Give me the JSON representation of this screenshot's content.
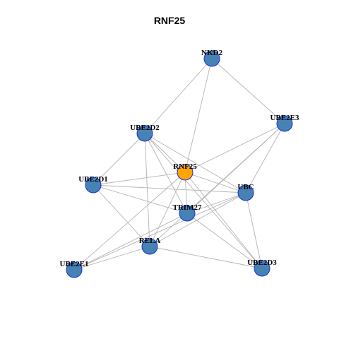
{
  "graph": {
    "title": "RNF25",
    "colors": {
      "default_node": "#4682b4",
      "focus_node": "#ffa500",
      "node_border": "#1a2fd6",
      "edge": "#b3b3b3"
    },
    "nodes": [
      {
        "id": "NKD2",
        "label": "NKD2",
        "focus": false
      },
      {
        "id": "UBE2E3",
        "label": "UBE2E3",
        "focus": false
      },
      {
        "id": "UBE2D2",
        "label": "UBE2D2",
        "focus": false
      },
      {
        "id": "RNF25",
        "label": "RNF25",
        "focus": true
      },
      {
        "id": "UBE2D1",
        "label": "UBE2D1",
        "focus": false
      },
      {
        "id": "UBC",
        "label": "UBC",
        "focus": false
      },
      {
        "id": "TRIM27",
        "label": "TRIM27",
        "focus": false
      },
      {
        "id": "RELA",
        "label": "RELA",
        "focus": false
      },
      {
        "id": "UBE2E1",
        "label": "UBE2E1",
        "focus": false
      },
      {
        "id": "UBE2D3",
        "label": "UBE2D3",
        "focus": false
      }
    ],
    "edges": [
      [
        "NKD2",
        "UBE2D2"
      ],
      [
        "NKD2",
        "RNF25"
      ],
      [
        "NKD2",
        "UBE2E3"
      ],
      [
        "UBE2E3",
        "RNF25"
      ],
      [
        "UBE2E3",
        "UBC"
      ],
      [
        "UBE2E3",
        "TRIM27"
      ],
      [
        "UBE2E3",
        "RELA"
      ],
      [
        "UBE2D2",
        "RNF25"
      ],
      [
        "UBE2D2",
        "UBE2D1"
      ],
      [
        "UBE2D2",
        "UBC"
      ],
      [
        "UBE2D2",
        "TRIM27"
      ],
      [
        "UBE2D2",
        "RELA"
      ],
      [
        "UBE2D2",
        "UBE2D3"
      ],
      [
        "RNF25",
        "UBE2D1"
      ],
      [
        "RNF25",
        "UBC"
      ],
      [
        "RNF25",
        "TRIM27"
      ],
      [
        "RNF25",
        "RELA"
      ],
      [
        "RNF25",
        "UBE2E1"
      ],
      [
        "RNF25",
        "UBE2D3"
      ],
      [
        "UBE2D1",
        "UBC"
      ],
      [
        "UBE2D1",
        "TRIM27"
      ],
      [
        "UBE2D1",
        "RELA"
      ],
      [
        "UBC",
        "TRIM27"
      ],
      [
        "UBC",
        "RELA"
      ],
      [
        "UBC",
        "UBE2D3"
      ],
      [
        "UBC",
        "UBE2E1"
      ],
      [
        "TRIM27",
        "UBE2D3"
      ],
      [
        "TRIM27",
        "UBE2E1"
      ],
      [
        "RELA",
        "UBE2E1"
      ],
      [
        "RELA",
        "UBE2D3"
      ]
    ]
  }
}
